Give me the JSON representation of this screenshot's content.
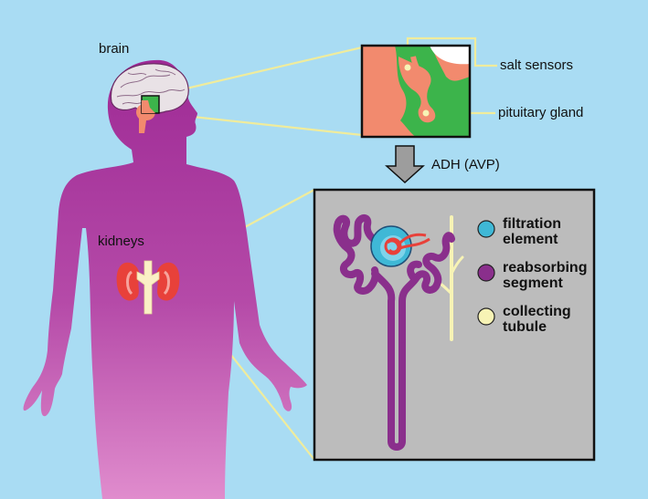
{
  "labels": {
    "brain": "brain",
    "kidneys": "kidneys",
    "salt_sensors": "salt sensors",
    "pituitary_gland": "pituitary gland",
    "hormone": "ADH (AVP)"
  },
  "legend": [
    {
      "line1": "filtration",
      "line2": "element",
      "color": "#3fb8d6"
    },
    {
      "line1": "reabsorbing",
      "line2": "segment",
      "color": "#8a2f8c"
    },
    {
      "line1": "collecting",
      "line2": "tubule",
      "color": "#f7f3b5"
    }
  ],
  "colors": {
    "background": "#a9dcf3",
    "body": "#a9349e",
    "callout_line": "#f0ec9c",
    "hypothalamus": "#f28a6e",
    "pituitary_region": "#3cb44b",
    "nephron_panel": "#bcbcbc"
  }
}
